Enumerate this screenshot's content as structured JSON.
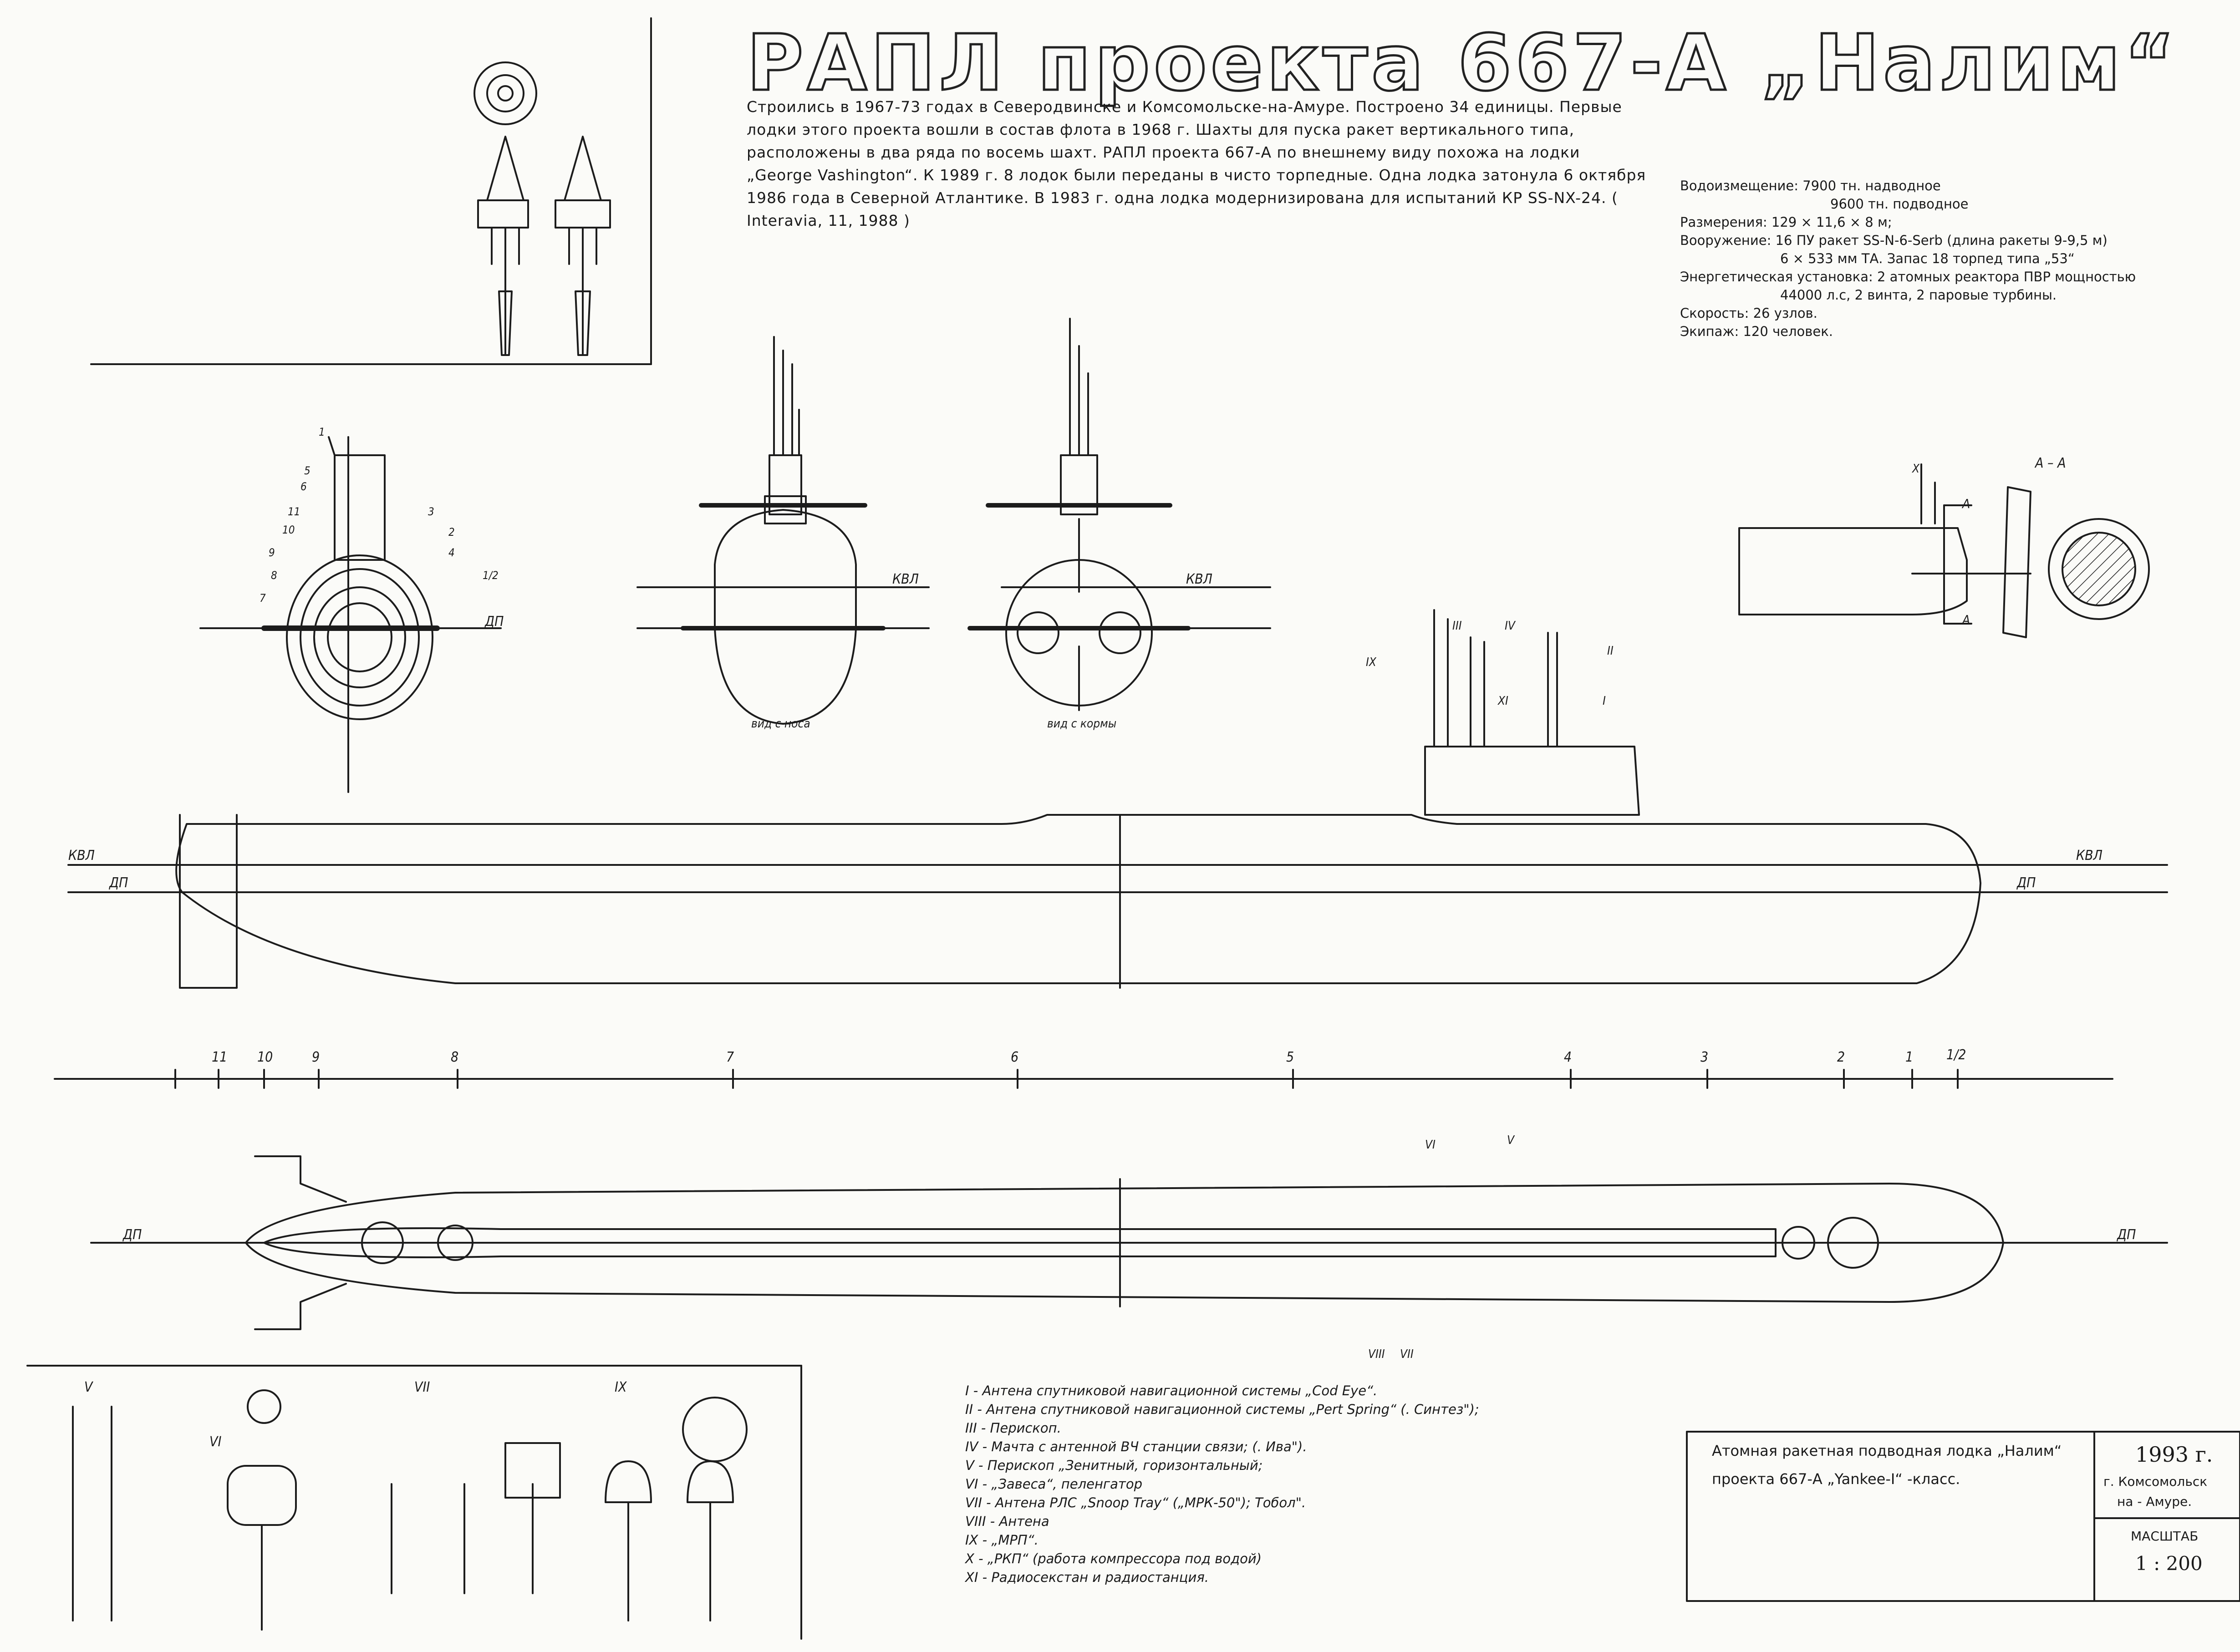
{
  "title": {
    "main": "РАПЛ проекта 667-А „Налим“",
    "intro": "Строились в 1967-73 годах в Северодвинске и Комсомольске-на-Амуре. Построено 34 единицы. Первые лодки этого проекта вошли в состав флота в 1968 г. Шахты для пуска ракет вертикального типа, расположены в два ряда по восемь шахт. РАПЛ проекта 667-А по внешнему виду похожа на лодки „George Vashington“. К 1989 г. 8 лодок были переданы в чисто торпедные. Одна лодка затонула 6 октября 1986 года в Северной Атлантике. В 1983 г. одна лодка модернизирована для испытаний КР SS-NX-24. ( Interavia, 11, 1988 )"
  },
  "specs": [
    "Водоизмещение: 7900 тн. надводное",
    "9600 тн. подводное",
    "Размерения: 129 × 11,6 × 8 м;",
    "Вооружение: 16 ПУ ракет SS-N-6-Serb (длина ракеты 9-9,5 м)",
    "6 × 533 мм ТА. Запас 18 торпед типа „53“",
    "Энергетическая установка: 2 атомных реактора ПВР мощностью",
    "44000 л.с, 2 винта, 2 паровые турбины.",
    "Скорость: 26 узлов.",
    "Экипаж: 120 человек."
  ],
  "labels": {
    "kvl": "КВЛ",
    "dp": "ДП",
    "view_bow": "вид с носа",
    "view_stern": "вид с кормы",
    "section": "А – А",
    "section_mark": "А",
    "roman_1": "I",
    "roman_2": "II",
    "roman_3": "III",
    "roman_4": "IV",
    "roman_5": "V",
    "roman_6": "VI",
    "roman_7": "VII",
    "roman_8": "VIII",
    "roman_9": "IX",
    "roman_10": "X",
    "roman_11": "XI"
  },
  "frames": [
    "11",
    "10",
    "9",
    "8",
    "7",
    "6",
    "5",
    "4",
    "3",
    "2",
    "1",
    "1/2"
  ],
  "section_numbers": [
    "1",
    "2",
    "3",
    "4",
    "5",
    "6",
    "7",
    "8",
    "9",
    "10",
    "11",
    "1/2"
  ],
  "legend": [
    "I - Антена спутниковой навигационной системы „Cod Eye“.",
    "II - Антена спутниковой навигационной системы „Pert Spring“ (. Синтез\");",
    "III - Перископ.",
    "IV - Мачта с антенной ВЧ станции связи; (. Ива\").",
    "V - Перископ „Зенитный, горизонтальный;",
    "VI - „Завеса“, пеленгатор",
    "VII - Антена РЛС „Snoop Tray“ („МРК-50\"); Тобол\".",
    "VIII - Антена",
    "IX - „МРП“.",
    "X - „РКП“ (работа компрессора под водой)",
    "XI - Радиосекстан и радиостанция."
  ],
  "title_block": {
    "line1": "Атомная ракетная подводная лодка „Налим“",
    "line2": "проекта 667-А „Yankee-I“ -класс.",
    "year": "1993 г.",
    "place1": "г. Комсомольск",
    "place2": "на - Амуре.",
    "scale_label": "МАСШТАБ",
    "scale_value": "1 : 200"
  },
  "colors": {
    "ink": "#1c1c1c",
    "paper": "#fbfbf8"
  }
}
